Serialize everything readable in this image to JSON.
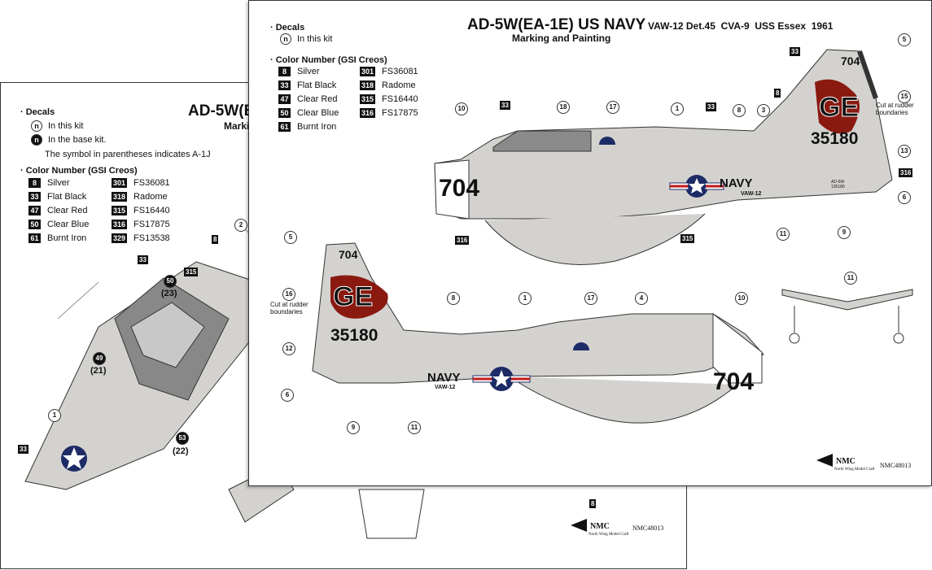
{
  "back_sheet": {
    "title": "AD-5W(E",
    "subtitle": "Marki",
    "decals": {
      "heading": "Decals",
      "items": [
        {
          "symbol": "n",
          "label": "In this kit"
        },
        {
          "symbol": "n",
          "label": "In the base kit."
        }
      ],
      "note": "The symbol in parentheses indicates A-1J"
    },
    "colors": {
      "heading": "Color Number (GSI Creos)",
      "left": [
        {
          "code": "8",
          "name": "Silver"
        },
        {
          "code": "33",
          "name": "Flat Black"
        },
        {
          "code": "47",
          "name": "Clear Red"
        },
        {
          "code": "50",
          "name": "Clear Blue"
        },
        {
          "code": "61",
          "name": "Burnt Iron"
        }
      ],
      "right": [
        {
          "code": "301",
          "name": "FS36081"
        },
        {
          "code": "318",
          "name": "Radome"
        },
        {
          "code": "315",
          "name": "FS16440"
        },
        {
          "code": "316",
          "name": "FS17875"
        },
        {
          "code": "329",
          "name": "FS13538"
        }
      ]
    },
    "callouts": {
      "c2": "2",
      "b8": "8",
      "b33": "33",
      "b315": "315",
      "c50": "50",
      "c23": "(23)",
      "c49": "49",
      "c21": "(21)",
      "c1": "1",
      "b33b": "33",
      "c53": "53",
      "c22": "(22)",
      "b8b": "8"
    },
    "logo": {
      "brand": "NMC",
      "tagline": "North Wing Model Craft",
      "product": "NMC48013"
    }
  },
  "front_sheet": {
    "title": "AD-5W(EA-1E) US NAVY",
    "unit_info": "VAW-12 Det.45  CVA-9  USS Essex  1961",
    "subtitle": "Marking and Painting",
    "decals": {
      "heading": "Decals",
      "items": [
        {
          "symbol": "n",
          "label": "In this kit"
        }
      ]
    },
    "colors": {
      "heading": "Color Number (GSI Creos)",
      "left": [
        {
          "code": "8",
          "name": "Silver"
        },
        {
          "code": "33",
          "name": "Flat Black"
        },
        {
          "code": "47",
          "name": "Clear Red"
        },
        {
          "code": "50",
          "name": "Clear Blue"
        },
        {
          "code": "61",
          "name": "Burnt Iron"
        }
      ],
      "right": [
        {
          "code": "301",
          "name": "FS36081"
        },
        {
          "code": "318",
          "name": "Radome"
        },
        {
          "code": "315",
          "name": "FS16440"
        },
        {
          "code": "316",
          "name": "FS17875"
        }
      ]
    },
    "aircraft_markings": {
      "modex": "704",
      "tail_code": "GE",
      "bureau_number": "35180",
      "service": "NAVY",
      "squadron": "VAW-12",
      "small_stencil": "AD-5W 135180"
    },
    "notes": {
      "rudder_top": "Cut at rudder boundaries",
      "rudder_bottom": "Cut at rudder boundaries"
    },
    "top_callouts": {
      "c10": "10",
      "b33a": "33",
      "c18": "18",
      "c17": "17",
      "c1": "1",
      "b33b": "33",
      "c8": "8",
      "c3": "3",
      "b8": "8",
      "b33c": "33",
      "c5": "5",
      "c15": "15",
      "c13": "13",
      "b316a": "316",
      "c6": "6",
      "c9": "9",
      "c11": "11",
      "b315": "315",
      "b316b": "316"
    },
    "bottom_callouts": {
      "c5": "5",
      "c16": "16",
      "c12": "12",
      "c6": "6",
      "c9": "9",
      "c11": "11",
      "c8": "8",
      "c1": "1",
      "c17": "17",
      "c4": "4",
      "c10": "10",
      "c11b": "11"
    },
    "logo": {
      "brand": "NMC",
      "tagline": "North Wing Model Craft",
      "product": "NMC48013"
    }
  },
  "colors": {
    "aircraft_gray": "#d4d2cf",
    "dark_gray": "#5a5a5a",
    "tail_red": "#8a1a10",
    "flame_orange": "#e8a020",
    "insignia_blue": "#1d2b66",
    "insignia_red": "#c21a1a"
  }
}
